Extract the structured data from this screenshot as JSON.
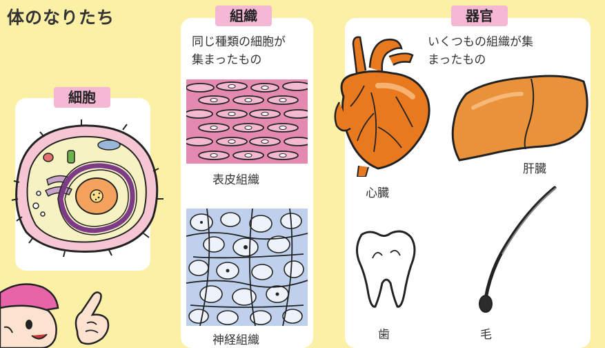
{
  "page": {
    "title": "体のなりたち"
  },
  "cell": {
    "badge": "細胞"
  },
  "tissue": {
    "badge": "組織",
    "description_line1": "同じ種類の細胞が",
    "description_line2": "集まったもの",
    "epidermal_label": "表皮組織",
    "nerve_label": "神経組織"
  },
  "organ": {
    "badge": "器官",
    "description_line1": "いくつもの組織が集",
    "description_line2": "まったもの",
    "heart_label": "心臓",
    "liver_label": "肝臓",
    "tooth_label": "歯",
    "hair_label": "毛"
  },
  "colors": {
    "background": "#fcefa6",
    "badge": "#f4b8d4",
    "panel": "#ffffff",
    "heart": "#e8791f",
    "liver": "#e9923a"
  }
}
